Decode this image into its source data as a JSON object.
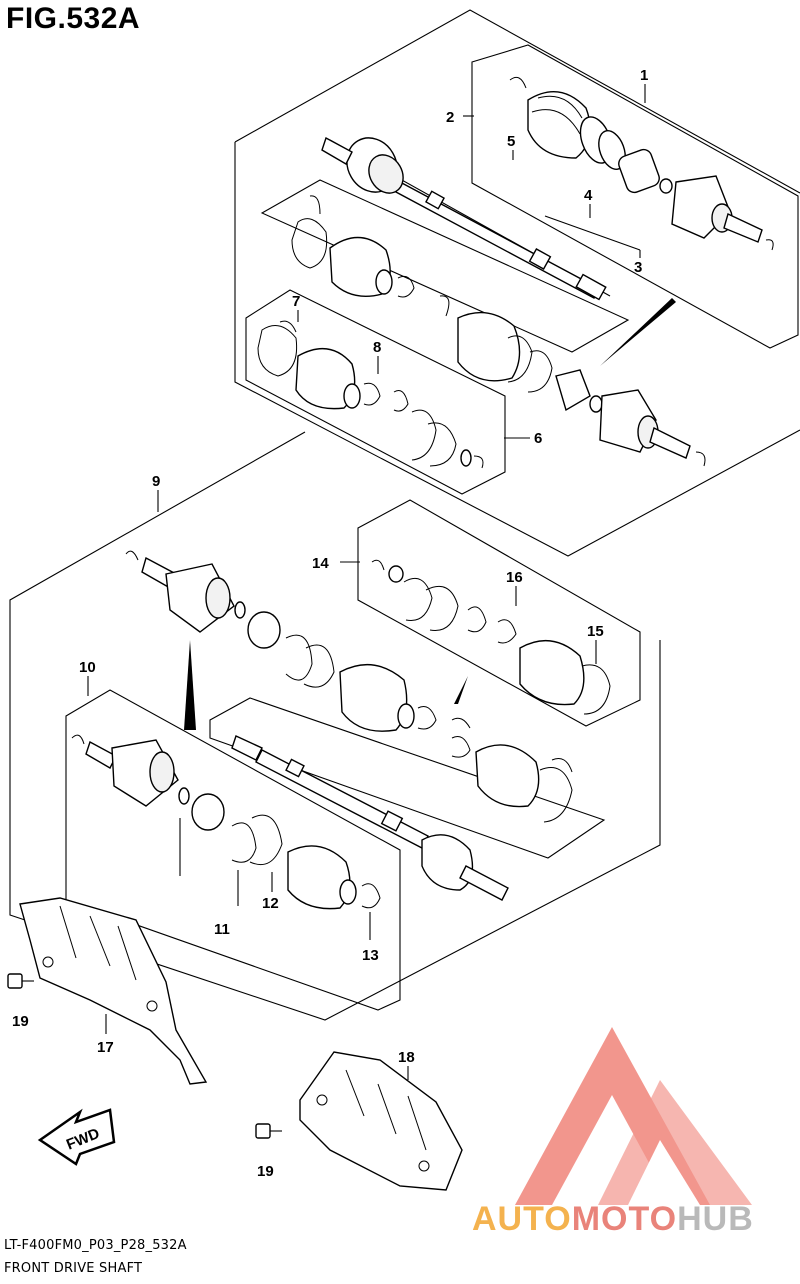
{
  "figure": {
    "title": "FIG.532A",
    "code": "LT-F400FM0_P03_P28_532A",
    "name": "FRONT DRIVE SHAFT"
  },
  "callouts": [
    "1",
    "2",
    "3",
    "4",
    "5",
    "6",
    "7",
    "8",
    "9",
    "10",
    "11",
    "12",
    "13",
    "14",
    "15",
    "16",
    "17",
    "18",
    "19",
    "19"
  ],
  "fwd_label": "FWD",
  "watermark": {
    "part1": "AUTO",
    "part2": "MOTO",
    "part3": "HUB",
    "colors": {
      "auto": "#f4b24e",
      "moto": "#e9837a",
      "hub": "#b9b9b9",
      "logo": "#ee7468"
    }
  }
}
